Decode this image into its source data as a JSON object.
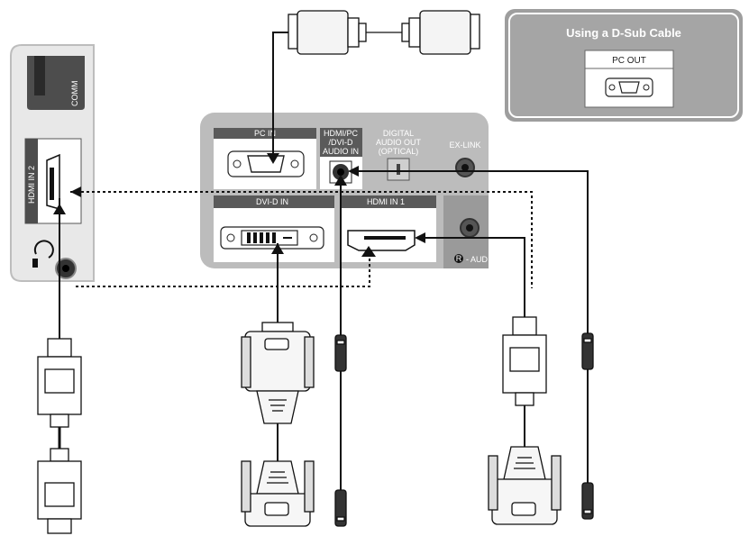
{
  "panel_labels": {
    "pc_in": "PC IN",
    "hdmi_pc_audio_line1": "HDMI/PC",
    "hdmi_pc_audio_line2": "/DVI-D",
    "hdmi_pc_audio_line3": "AUDIO IN",
    "digital_line1": "DIGITAL",
    "digital_line2": "AUDIO OUT",
    "digital_line3": "(OPTICAL)",
    "ex_link": "EX-LINK",
    "dvi_d_in": "DVI-D IN",
    "hdmi_in_1": "HDMI IN 1",
    "r_badge": "R",
    "audio_partial": "- AUD"
  },
  "side_panel": {
    "comm_partial": "COMM",
    "hdmi_in_2": "HDMI IN 2"
  },
  "dsub_box": {
    "title": "Using a D-Sub Cable",
    "pc_out": "PC OUT"
  },
  "colors": {
    "panel_gray": "#bcbcbc",
    "dark_gray": "#5a5a5a",
    "line_black": "#111111"
  }
}
